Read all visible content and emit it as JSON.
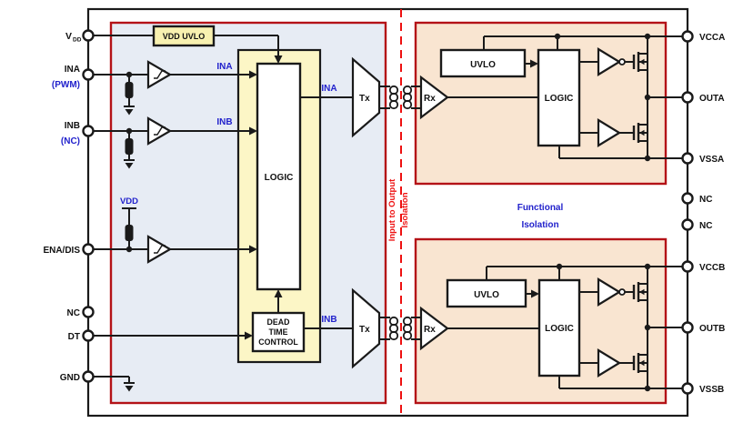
{
  "pins": {
    "left": {
      "vdd_main": "V",
      "vdd_sub": "DD",
      "ina": "INA",
      "ina_note": "(PWM)",
      "inb": "INB",
      "inb_note": "(NC)",
      "ena_dis": "ENA/DIS",
      "nc": "NC",
      "dt": "DT",
      "gnd": "GND"
    },
    "right": {
      "vcca": "VCCA",
      "outa": "OUTA",
      "vssa": "VSSA",
      "nc1": "NC",
      "nc2": "NC",
      "vccb": "VCCB",
      "outb": "OUTB",
      "vssb": "VSSB"
    }
  },
  "blocks": {
    "vdd_uvlo": "VDD UVLO",
    "logic_input": "LOGIC",
    "dead_time_1": "DEAD",
    "dead_time_2": "TIME",
    "dead_time_3": "CONTROL",
    "tx_a": "Tx",
    "rx_a": "Rx",
    "tx_b": "Tx",
    "rx_b": "Rx",
    "uvlo_a": "UVLO",
    "logic_a": "LOGIC",
    "uvlo_b": "UVLO",
    "logic_b": "LOGIC"
  },
  "signals": {
    "ina_buffered": "INA",
    "inb_buffered": "INB",
    "ina_to_tx": "INA",
    "inb_to_tx": "INB",
    "vdd_rail": "VDD"
  },
  "isolation": {
    "barrier_line1": "Input to Output",
    "barrier_line2": "Isolation",
    "functional_line1": "Functional",
    "functional_line2": "Isolation"
  },
  "colors": {
    "input_section_fill": "#e7ecf4",
    "output_section_fill": "#f9e5d1",
    "logic_region_fill": "#fcf6c6",
    "vdd_uvlo_fill": "#f8f1b0",
    "section_border_red": "#b41217",
    "isolation_red": "#ee1111",
    "signal_blue": "#2222cc",
    "line_black": "#1a1a1a"
  }
}
